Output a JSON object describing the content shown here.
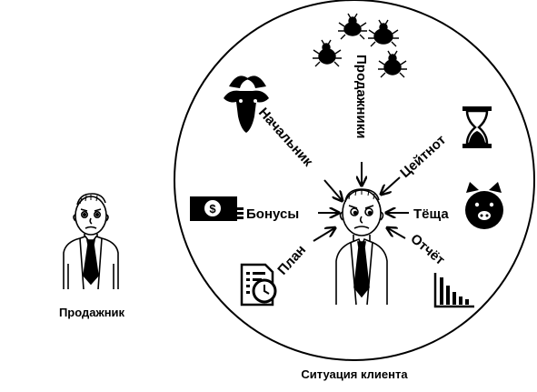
{
  "left_figure": {
    "caption": "Продажник"
  },
  "circle": {
    "caption": "Ситуация клиента",
    "labels": {
      "nachalnik": "Начальник",
      "prodazhniki": "Продажники",
      "tseytnot": "Цейтнот",
      "bonusy": "Бонусы",
      "tyoshcha": "Тёща",
      "plan": "План",
      "otchyot": "Отчёт"
    },
    "dollar_symbol": "$"
  }
}
